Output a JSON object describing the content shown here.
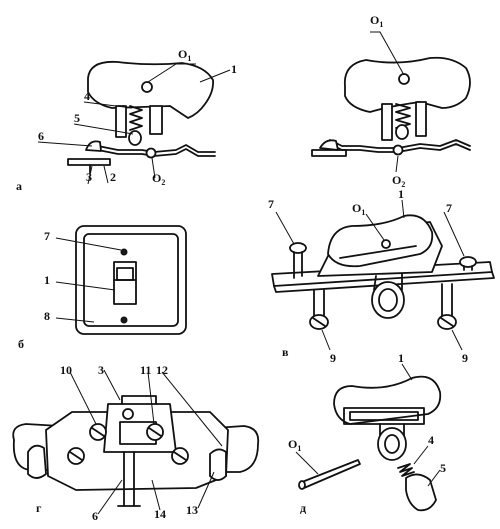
{
  "panels": {
    "a": {
      "letter": "а"
    },
    "b": {
      "letter": "б"
    },
    "v": {
      "letter": "в"
    },
    "g": {
      "letter": "г"
    },
    "d": {
      "letter": "д"
    }
  },
  "labels": {
    "a": {
      "l1": "1",
      "l2": "2",
      "l3": "3",
      "l4": "4",
      "l5": "5",
      "l6": "6",
      "o1": "O",
      "o1_sub": "1",
      "o2": "O",
      "o2_sub": "2"
    },
    "a2": {
      "o1": "O",
      "o1_sub": "1",
      "o2": "O",
      "o2_sub": "2"
    },
    "b": {
      "l7": "7",
      "l1": "1",
      "l8": "8"
    },
    "v": {
      "l7a": "7",
      "l7b": "7",
      "l1": "1",
      "o1": "O",
      "o1_sub": "1",
      "l9a": "9",
      "l9b": "9"
    },
    "g": {
      "l10": "10",
      "l3": "3",
      "l11": "11",
      "l12": "12",
      "l6": "6",
      "l14": "14",
      "l13": "13"
    },
    "d": {
      "l1": "1",
      "o1": "O",
      "o1_sub": "1",
      "l4": "4",
      "l5": "5"
    }
  }
}
